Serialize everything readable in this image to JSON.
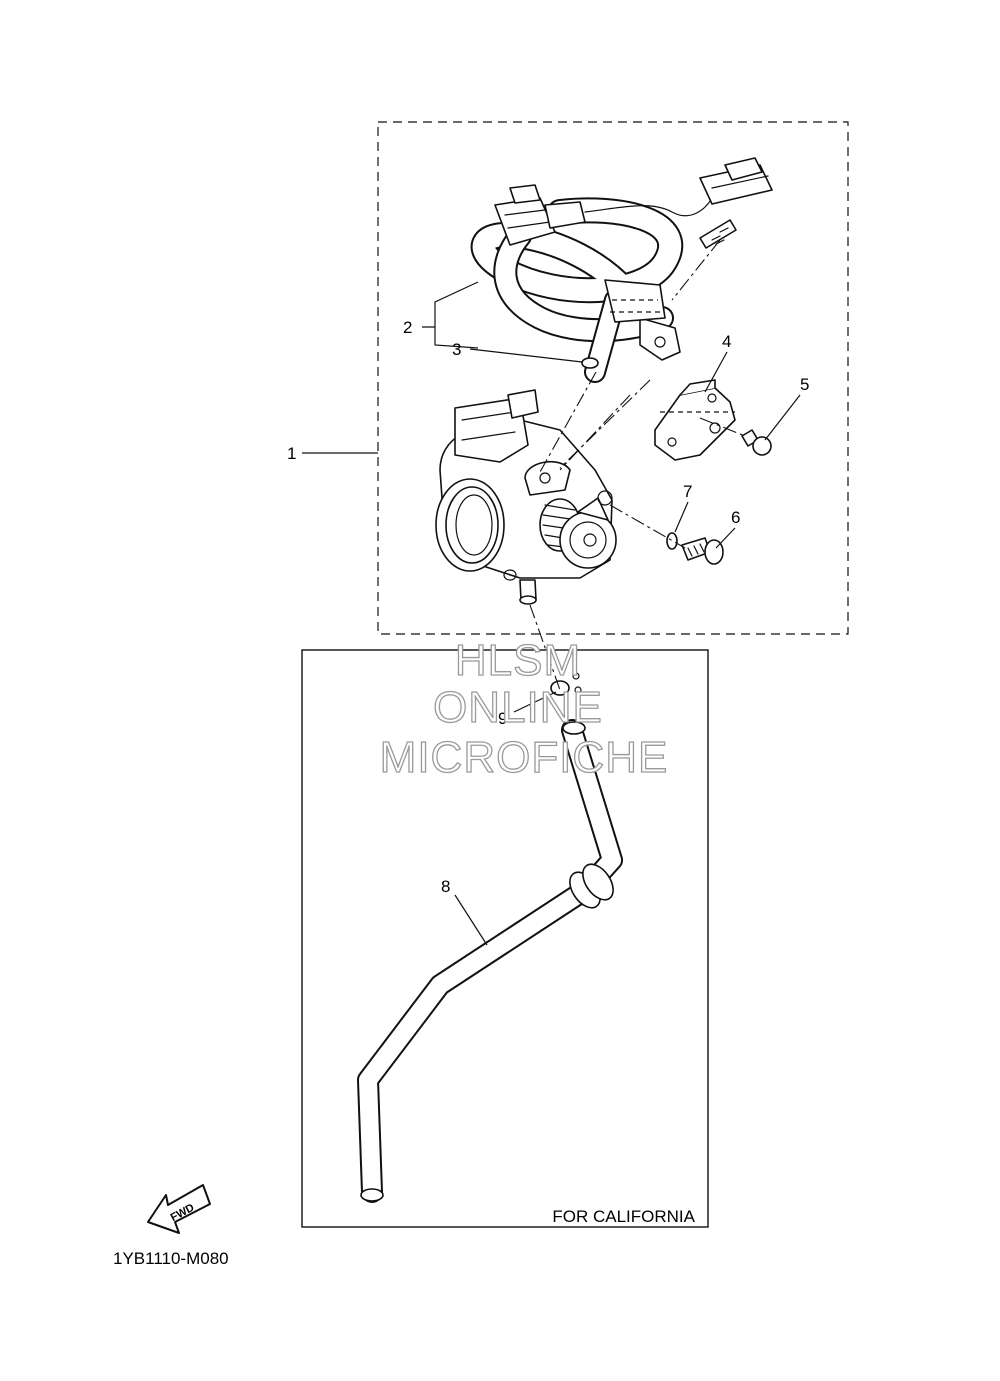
{
  "diagram": {
    "callouts": [
      {
        "id": "1",
        "label": "1"
      },
      {
        "id": "2",
        "label": "2"
      },
      {
        "id": "3",
        "label": "3"
      },
      {
        "id": "4",
        "label": "4"
      },
      {
        "id": "5",
        "label": "5"
      },
      {
        "id": "6",
        "label": "6"
      },
      {
        "id": "7",
        "label": "7"
      },
      {
        "id": "8",
        "label": "8"
      },
      {
        "id": "9",
        "label": "9"
      }
    ],
    "california_box_caption": "FOR CALIFORNIA",
    "fwd_arrow_label": "FWD",
    "diagram_code": "1YB1110-M080"
  },
  "watermark": {
    "line1": "HLSM",
    "line2": "ONLINE",
    "line3": "MICROFICHE"
  }
}
